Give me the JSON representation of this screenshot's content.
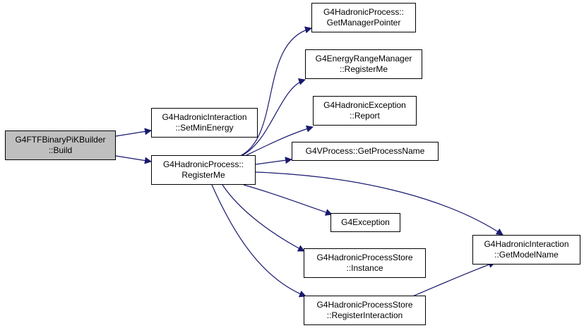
{
  "colors": {
    "edge": "#191970",
    "root_fill": "#bfbfbf",
    "node_fill": "#ffffff",
    "node_border": "#000000"
  },
  "nodes": {
    "root": {
      "line1": "G4FTFBinaryPiKBuilder",
      "line2": "::Build"
    },
    "set_min_energy": {
      "line1": "G4HadronicInteraction",
      "line2": "::SetMinEnergy"
    },
    "hp_register_me": {
      "line1": "G4HadronicProcess::",
      "line2": "RegisterMe"
    },
    "get_manager_pointer": {
      "line1": "G4HadronicProcess::",
      "line2": "GetManagerPointer"
    },
    "erm_register_me": {
      "line1": "G4EnergyRangeManager",
      "line2": "::RegisterMe"
    },
    "exception_report": {
      "line1": "G4HadronicException",
      "line2": "::Report"
    },
    "get_process_name": {
      "line1": "G4VProcess::GetProcessName"
    },
    "g4exception": {
      "line1": "G4Exception"
    },
    "store_instance": {
      "line1": "G4HadronicProcessStore",
      "line2": "::Instance"
    },
    "store_register_interaction": {
      "line1": "G4HadronicProcessStore",
      "line2": "::RegisterInteraction"
    },
    "get_model_name": {
      "line1": "G4HadronicInteraction",
      "line2": "::GetModelName"
    }
  }
}
